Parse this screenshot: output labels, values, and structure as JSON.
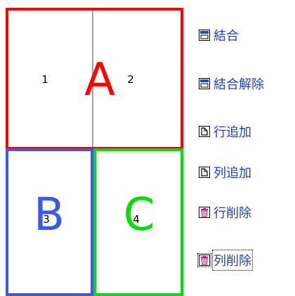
{
  "table": {
    "cells": [
      {
        "number": "1"
      },
      {
        "number": "2"
      },
      {
        "number": "3"
      },
      {
        "number": "4"
      }
    ]
  },
  "regions": [
    {
      "letter": "A",
      "color": "#ff0000"
    },
    {
      "letter": "B",
      "color": "#3c5ae6"
    },
    {
      "letter": "C",
      "color": "#00e000"
    }
  ],
  "commands": [
    {
      "label": "結合",
      "icon": "merge-cells-icon"
    },
    {
      "label": "結合解除",
      "icon": "unmerge-cells-icon"
    },
    {
      "label": "行追加",
      "icon": "add-row-icon"
    },
    {
      "label": "列追加",
      "icon": "add-column-icon"
    },
    {
      "label": "行削除",
      "icon": "delete-row-icon"
    },
    {
      "label": "列削除",
      "icon": "delete-column-icon"
    }
  ]
}
